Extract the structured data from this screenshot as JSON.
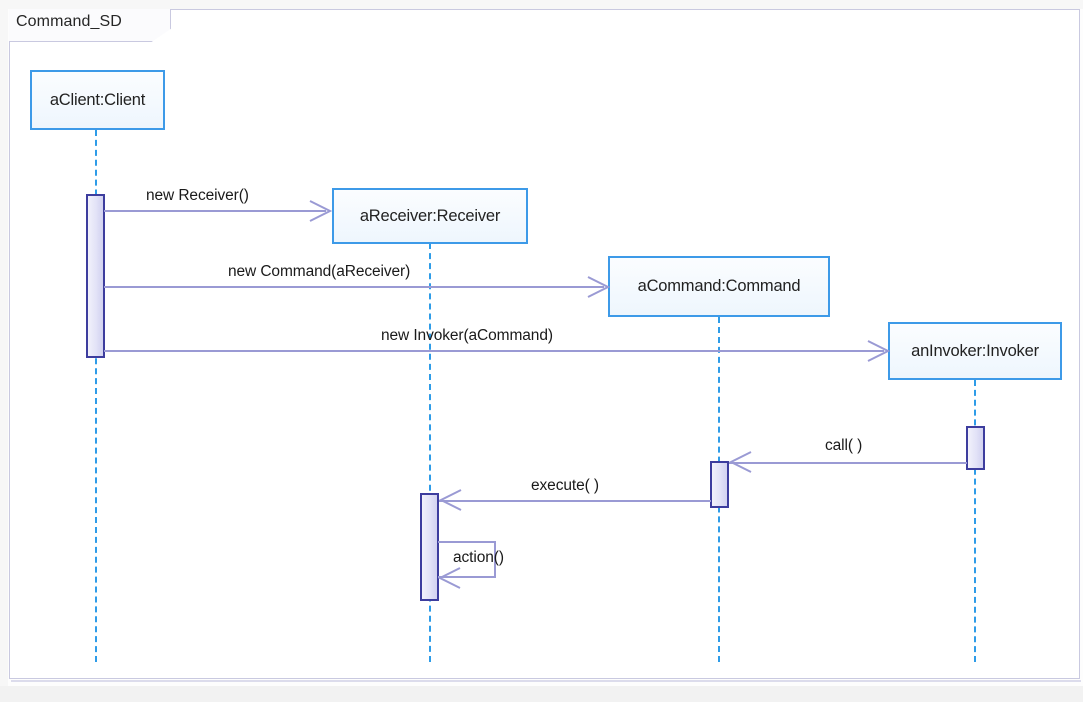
{
  "diagram": {
    "title": "Command_SD",
    "type": "uml-sequence-diagram",
    "colors": {
      "lifeline_border": "#3d9ae8",
      "lifeline_fill": "#eef6fd",
      "lifeline_dash": "#2e9ce8",
      "activation_border": "#3d3d9e",
      "activation_fill": "#e2e2f7",
      "message_line": "#9a9ad4",
      "frame_border": "#c9c9e0",
      "text": "#222222"
    }
  },
  "participants": [
    {
      "id": "client",
      "label": "aClient:Client",
      "instance": "aClient",
      "class": "Client"
    },
    {
      "id": "receiver",
      "label": "aReceiver:Receiver",
      "instance": "aReceiver",
      "class": "Receiver"
    },
    {
      "id": "command",
      "label": "aCommand:Command",
      "instance": "aCommand",
      "class": "Command"
    },
    {
      "id": "invoker",
      "label": "anInvoker:Invoker",
      "instance": "anInvoker",
      "class": "Invoker"
    }
  ],
  "messages": [
    {
      "id": "m1",
      "label": "new Receiver()",
      "from": "client",
      "to": "receiver",
      "direction": "right",
      "kind": "create"
    },
    {
      "id": "m2",
      "label": "new Command(aReceiver)",
      "from": "client",
      "to": "command",
      "direction": "right",
      "kind": "create"
    },
    {
      "id": "m3",
      "label": "new Invoker(aCommand)",
      "from": "client",
      "to": "invoker",
      "direction": "right",
      "kind": "create"
    },
    {
      "id": "m4",
      "label": "call( )",
      "from": "invoker",
      "to": "command",
      "direction": "left",
      "kind": "call"
    },
    {
      "id": "m5",
      "label": "execute( )",
      "from": "command",
      "to": "receiver",
      "direction": "left",
      "kind": "call"
    },
    {
      "id": "m6",
      "label": "action()",
      "from": "receiver",
      "to": "receiver",
      "direction": "self",
      "kind": "self-call"
    }
  ]
}
